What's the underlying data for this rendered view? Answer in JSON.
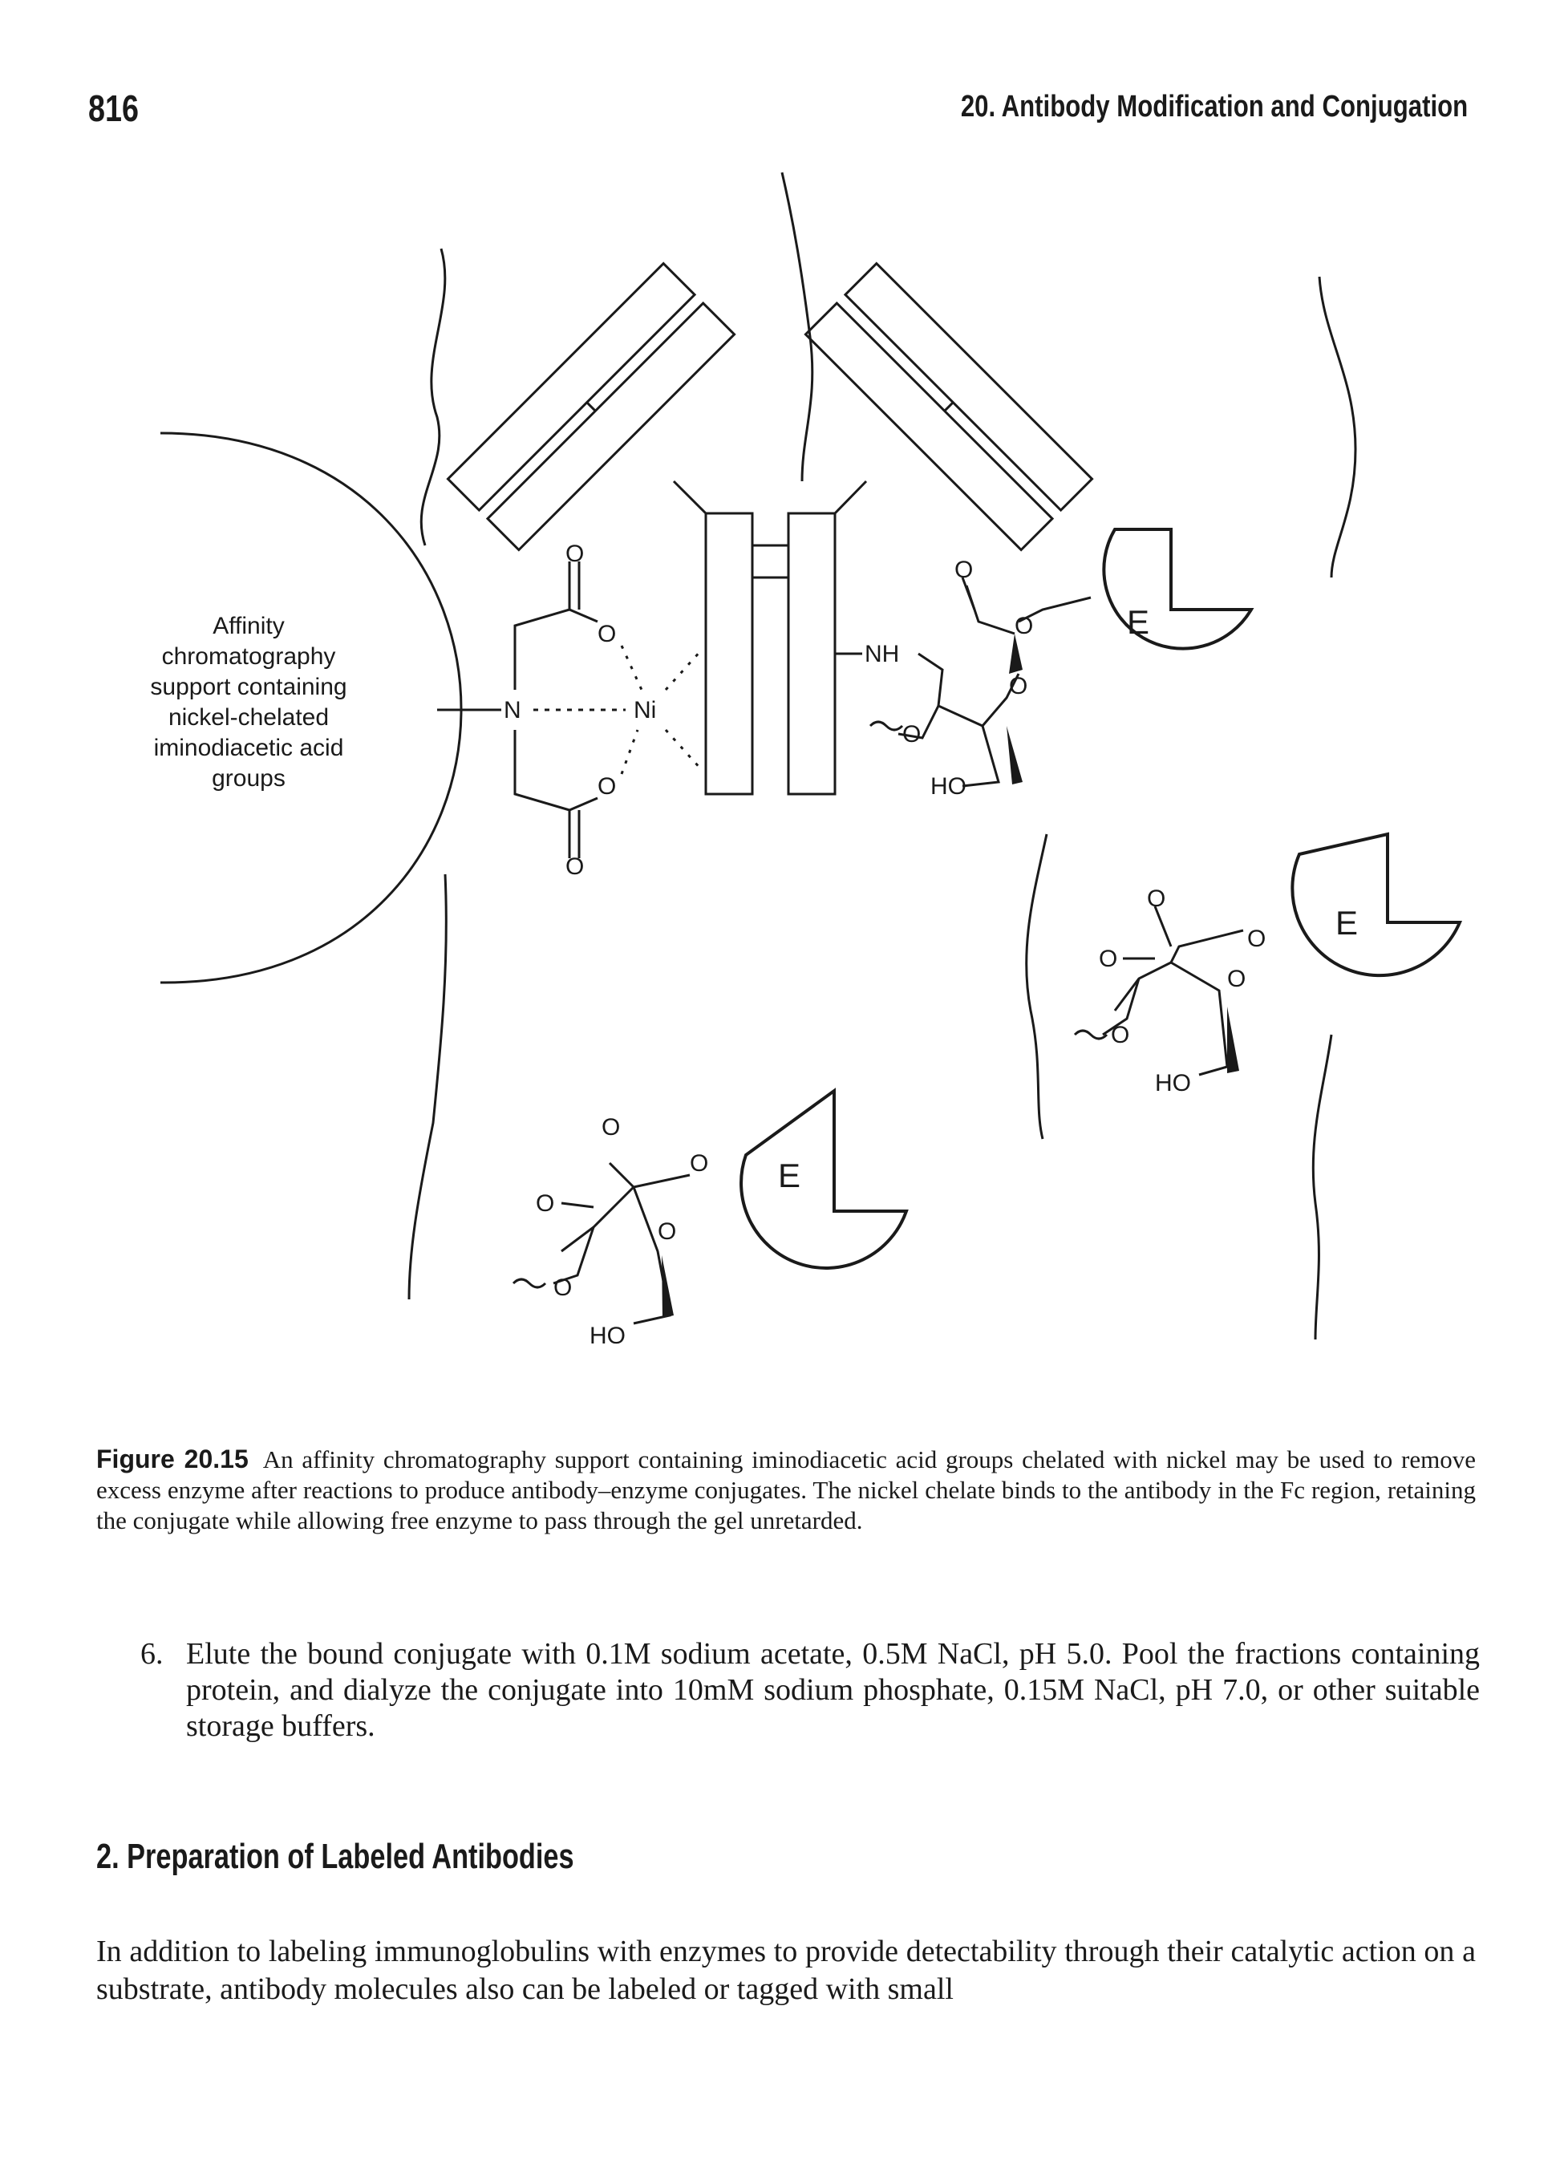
{
  "header": {
    "page_number": "816",
    "running_title": "20. Antibody Modification and Conjugation"
  },
  "figure": {
    "support_label_lines": [
      "Affinity",
      "chromatography",
      "support containing",
      "nickel-chelated",
      "iminodiacetic acid",
      "groups"
    ],
    "atoms": {
      "oxygen": "O",
      "nitrogen": "N",
      "nickel": "Ni",
      "amine": "NH",
      "hydroxyl": "HO",
      "enzyme": "E"
    },
    "caption_label": "Figure 20.15",
    "caption_text": "An affinity chromatography support containing iminodiacetic acid groups chelated with nickel may be used to remove excess enzyme after reactions to produce antibody–enzyme conjugates. The nickel chelate binds to the antibody in the Fc region, retaining the conjugate while allowing free enzyme to pass through the gel unretarded."
  },
  "step": {
    "number": "6.",
    "text": "Elute the bound conjugate with 0.1M sodium acetate, 0.5M NaCl, pH 5.0. Pool the fractions containing protein, and dialyze the conjugate into 10mM sodium phosphate, 0.15M NaCl, pH 7.0, or other suitable storage buffers."
  },
  "section": {
    "heading": "2. Preparation of Labeled Antibodies",
    "paragraph": "In addition to labeling immunoglobulins with enzymes to provide detectability through their catalytic action on a substrate, antibody molecules also can be labeled or tagged with small"
  }
}
